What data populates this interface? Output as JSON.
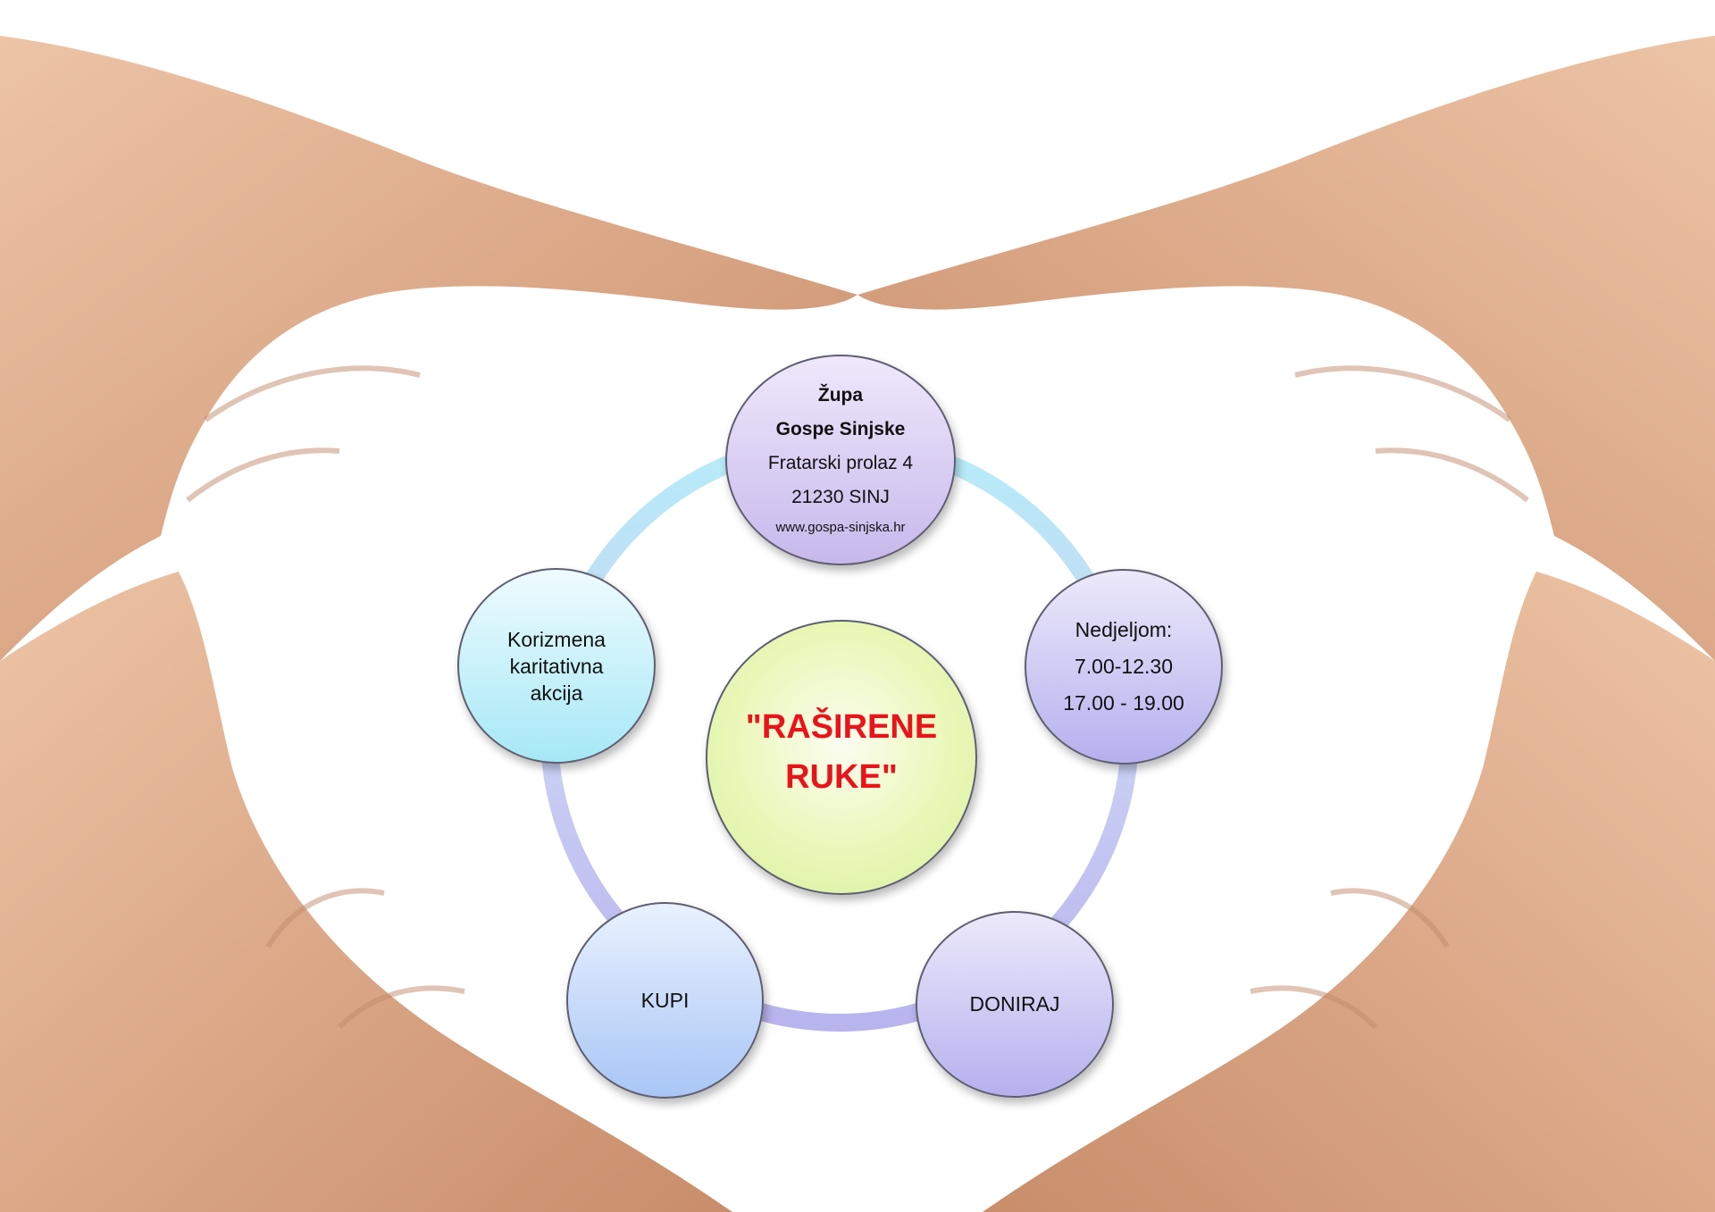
{
  "center": {
    "title": "\"RAŠIRENE RUKE\"",
    "color": "#e8141b"
  },
  "nodes": {
    "top": {
      "line1": "Župa",
      "line2": "Gospe Sinjske",
      "line3": "Fratarski prolaz 4",
      "line4": "21230 SINJ",
      "line5": "www.gospa-sinjska.hr"
    },
    "left": {
      "line1": "Korizmena",
      "line2": "karitativna",
      "line3": "akcija"
    },
    "right": {
      "line1": "Nedjeljom:",
      "line2": "7.00-12.30",
      "line3": "17.00 - 19.00"
    },
    "bottom_left": {
      "label": "KUPI"
    },
    "bottom_right": {
      "label": "DONIRAJ"
    }
  },
  "colors": {
    "skin": "#d9a585",
    "ring": "#c9cdf2",
    "ring_accent": "#a9e3f5"
  },
  "icons": {
    "background": "heart-hands-image"
  }
}
